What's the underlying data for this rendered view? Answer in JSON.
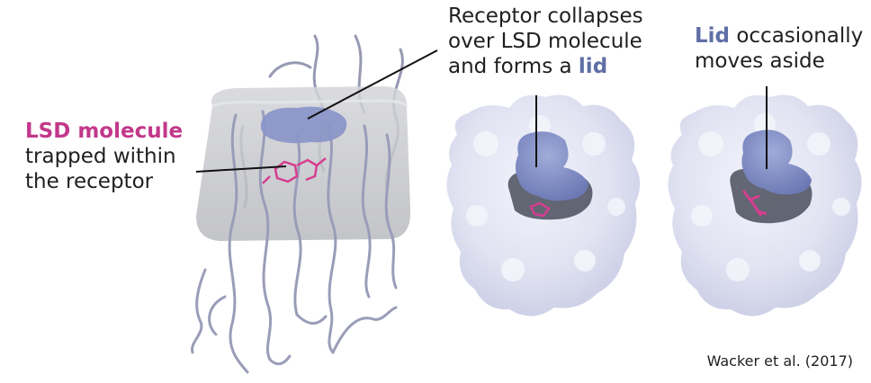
{
  "labels": {
    "lsd": {
      "highlight": "LSD molecule",
      "line1": "trapped within",
      "line2": "the receptor"
    },
    "collapse": {
      "line1": "Receptor collapses",
      "line2": "over LSD molecule",
      "line3_prefix": "and forms a ",
      "line3_highlight": "lid"
    },
    "lid_moves": {
      "line1_highlight": "Lid",
      "line1_rest": " occasionally",
      "line2": "moves aside"
    }
  },
  "citation": "Wacker et al. (2017)",
  "colors": {
    "lsd_highlight": "#c2388a",
    "lid_highlight": "#5f6fa6",
    "surface": "#e4e6f4",
    "lid": "#7c89c2",
    "ribbon": "#8c8fab",
    "membrane_box": "#c9cacd"
  }
}
